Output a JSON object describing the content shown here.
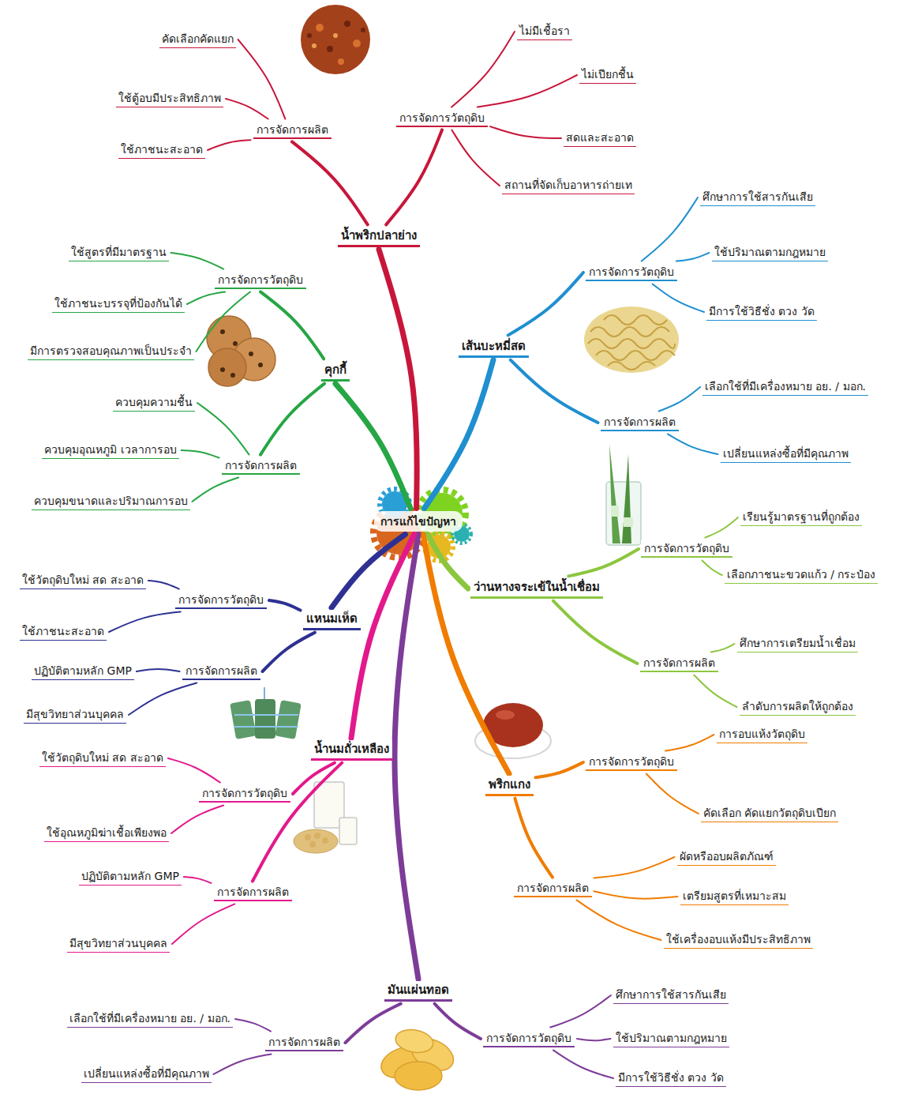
{
  "diagram": {
    "nodes": [
      {
        "text": [
          "การแก้ไขปัญหา"
        ]
      },
      {
        "text": [
          "น้ำพริกปลาย่าง"
        ]
      },
      {
        "text": [
          "การจัดการผลิต"
        ]
      },
      {
        "text": [
          "คัดเลือกคัดแยก"
        ]
      },
      {
        "text": [
          "ใช้ตู้อบมีประสิทธิภาพ"
        ]
      },
      {
        "text": [
          "ใช้ภาชนะสะอาด"
        ]
      },
      {
        "text": [
          "การจัดการวัตถุดิบ"
        ]
      },
      {
        "text": [
          "ไม่มีเชื้อรา"
        ]
      },
      {
        "text": [
          "ไม่เปียกชื้น"
        ]
      },
      {
        "text": [
          "สดและสะอาด"
        ]
      },
      {
        "text": [
          "สถานที่จัดเก็บอาหารถ่ายเท"
        ]
      },
      {
        "text": [
          "เส้นบะหมี่สด"
        ]
      },
      {
        "text": [
          "การจัดการวัตถุดิบ"
        ]
      },
      {
        "text": [
          "ศึกษาการใช้สารกันเสีย"
        ]
      },
      {
        "text": [
          "ใช้ปริมาณตามกฎหมาย"
        ]
      },
      {
        "text": [
          "มีการใช้วิธีชั่ง ตวง วัด"
        ]
      },
      {
        "text": [
          "การจัดการผลิต"
        ]
      },
      {
        "text": [
          "เลือกใช้ที่มีเครื่องหมาย อย. / มอก."
        ]
      },
      {
        "text": [
          "เปลี่ยนแหล่งซื้อที่มีคุณภาพ"
        ]
      },
      {
        "text": [
          "ว่านหางจระเข้ในน้ำเชื่อม"
        ]
      },
      {
        "text": [
          "การจัดการวัตถุดิบ"
        ]
      },
      {
        "text": [
          "เรียนรู้มาตรฐานที่ถูกต้อง"
        ]
      },
      {
        "text": [
          "เลือกภาชนะขวดแก้ว / กระป๋อง"
        ]
      },
      {
        "text": [
          "การจัดการผลิต"
        ]
      },
      {
        "text": [
          "ศึกษาการเตรียมน้ำเชื่อม"
        ]
      },
      {
        "text": [
          "ลำดับการผลิตให้ถูกต้อง"
        ]
      },
      {
        "text": [
          "พริกแกง"
        ]
      },
      {
        "text": [
          "การจัดการวัตถุดิบ"
        ]
      },
      {
        "text": [
          "การอบแห้งวัตถุดิบ"
        ]
      },
      {
        "text": [
          "คัดเลือก คัดแยกวัตถุดิบเปียก"
        ]
      },
      {
        "text": [
          "การจัดการผลิต"
        ]
      },
      {
        "text": [
          "ผัดหรืออบผลิตภัณฑ์"
        ]
      },
      {
        "text": [
          "เตรียมสูตรที่เหมาะสม"
        ]
      },
      {
        "text": [
          "ใช้เครื่องอบแห้งมีประสิทธิภาพ"
        ]
      },
      {
        "text": [
          "มันแผ่นทอด"
        ]
      },
      {
        "text": [
          "การจัดการวัตถุดิบ"
        ]
      },
      {
        "text": [
          "ศึกษาการใช้สารกันเสีย"
        ]
      },
      {
        "text": [
          "ใช้ปริมาณตามกฎหมาย"
        ]
      },
      {
        "text": [
          "มีการใช้วิธีชั่ง ตวง วัด"
        ]
      },
      {
        "text": [
          "การจัดการผลิต"
        ]
      },
      {
        "text": [
          "เลือกใช้ที่มีเครื่องหมาย อย. / มอก."
        ]
      },
      {
        "text": [
          "เปลี่ยนแหล่งซื้อที่มีคุณภาพ"
        ]
      },
      {
        "text": [
          "น้ำนมถั่วเหลือง"
        ]
      },
      {
        "text": [
          "การจัดการวัตถุดิบ"
        ]
      },
      {
        "text": [
          "ใช้วัตถุดิบใหม่ สด สะอาด"
        ]
      },
      {
        "text": [
          "ใช้อุณหภูมิฆ่าเชื้อเพียงพอ"
        ]
      },
      {
        "text": [
          "การจัดการผลิต"
        ]
      },
      {
        "text": [
          "ปฏิบัติตามหลัก GMP"
        ]
      },
      {
        "text": [
          "มีสุขวิทยาส่วนบุคคล"
        ]
      },
      {
        "text": [
          "แหนมเห็ด"
        ]
      },
      {
        "text": [
          "การจัดการวัตถุดิบ"
        ]
      },
      {
        "text": [
          "ใช้วัตถุดิบใหม่ สด สะอาด"
        ]
      },
      {
        "text": [
          "ใช้ภาชนะสะอาด"
        ]
      },
      {
        "text": [
          "การจัดการผลิต"
        ]
      },
      {
        "text": [
          "ปฏิบัติตามหลัก GMP"
        ]
      },
      {
        "text": [
          "มีสุขวิทยาส่วนบุคคล"
        ]
      },
      {
        "text": [
          "คุกกี้"
        ]
      },
      {
        "text": [
          "การจัดการวัตถุดิบ"
        ]
      },
      {
        "text": [
          "ใช้สูตรที่มีมาตรฐาน"
        ]
      },
      {
        "text": [
          "ใช้ภาชนะบรรจุที่ป้องกันได้"
        ]
      },
      {
        "text": [
          "มีการตรวจสอบคุณภาพเป็นประจำ"
        ]
      },
      {
        "text": [
          "การจัดการผลิต"
        ]
      },
      {
        "text": [
          "ควบคุมความชื้น"
        ]
      },
      {
        "text": [
          "ควบคุมอุณหภูมิ เวลาการอบ"
        ]
      },
      {
        "text": [
          "ควบคุมขนาดและปริมาณการอบ"
        ]
      }
    ],
    "edges": [
      {
        "from": 0,
        "to": 1,
        "arrow": "none"
      },
      {
        "from": 1,
        "to": 2,
        "arrow": "none"
      },
      {
        "from": 2,
        "to": 3,
        "arrow": "none"
      },
      {
        "from": 2,
        "to": 4,
        "arrow": "none"
      },
      {
        "from": 2,
        "to": 5,
        "arrow": "none"
      },
      {
        "from": 1,
        "to": 6,
        "arrow": "none"
      },
      {
        "from": 6,
        "to": 7,
        "arrow": "none"
      },
      {
        "from": 6,
        "to": 8,
        "arrow": "none"
      },
      {
        "from": 6,
        "to": 9,
        "arrow": "none"
      },
      {
        "from": 6,
        "to": 10,
        "arrow": "none"
      },
      {
        "from": 0,
        "to": 11,
        "arrow": "none"
      },
      {
        "from": 11,
        "to": 12,
        "arrow": "none"
      },
      {
        "from": 12,
        "to": 13,
        "arrow": "none"
      },
      {
        "from": 12,
        "to": 14,
        "arrow": "none"
      },
      {
        "from": 12,
        "to": 15,
        "arrow": "none"
      },
      {
        "from": 11,
        "to": 16,
        "arrow": "none"
      },
      {
        "from": 16,
        "to": 17,
        "arrow": "none"
      },
      {
        "from": 16,
        "to": 18,
        "arrow": "none"
      },
      {
        "from": 0,
        "to": 19,
        "arrow": "none"
      },
      {
        "from": 19,
        "to": 20,
        "arrow": "none"
      },
      {
        "from": 20,
        "to": 21,
        "arrow": "none"
      },
      {
        "from": 20,
        "to": 22,
        "arrow": "none"
      },
      {
        "from": 19,
        "to": 23,
        "arrow": "none"
      },
      {
        "from": 23,
        "to": 24,
        "arrow": "none"
      },
      {
        "from": 23,
        "to": 25,
        "arrow": "none"
      },
      {
        "from": 0,
        "to": 26,
        "arrow": "none"
      },
      {
        "from": 26,
        "to": 27,
        "arrow": "none"
      },
      {
        "from": 27,
        "to": 28,
        "arrow": "none"
      },
      {
        "from": 27,
        "to": 29,
        "arrow": "none"
      },
      {
        "from": 26,
        "to": 30,
        "arrow": "none"
      },
      {
        "from": 30,
        "to": 31,
        "arrow": "none"
      },
      {
        "from": 30,
        "to": 32,
        "arrow": "none"
      },
      {
        "from": 30,
        "to": 33,
        "arrow": "none"
      },
      {
        "from": 0,
        "to": 34,
        "arrow": "none"
      },
      {
        "from": 34,
        "to": 35,
        "arrow": "none"
      },
      {
        "from": 35,
        "to": 36,
        "arrow": "none"
      },
      {
        "from": 35,
        "to": 37,
        "arrow": "none"
      },
      {
        "from": 35,
        "to": 38,
        "arrow": "none"
      },
      {
        "from": 34,
        "to": 39,
        "arrow": "none"
      },
      {
        "from": 39,
        "to": 40,
        "arrow": "none"
      },
      {
        "from": 39,
        "to": 41,
        "arrow": "none"
      },
      {
        "from": 0,
        "to": 42,
        "arrow": "none"
      },
      {
        "from": 42,
        "to": 43,
        "arrow": "none"
      },
      {
        "from": 43,
        "to": 44,
        "arrow": "none"
      },
      {
        "from": 43,
        "to": 45,
        "arrow": "none"
      },
      {
        "from": 42,
        "to": 46,
        "arrow": "none"
      },
      {
        "from": 46,
        "to": 47,
        "arrow": "none"
      },
      {
        "from": 46,
        "to": 48,
        "arrow": "none"
      },
      {
        "from": 0,
        "to": 49,
        "arrow": "none"
      },
      {
        "from": 49,
        "to": 50,
        "arrow": "none"
      },
      {
        "from": 50,
        "to": 51,
        "arrow": "none"
      },
      {
        "from": 50,
        "to": 52,
        "arrow": "none"
      },
      {
        "from": 49,
        "to": 53,
        "arrow": "none"
      },
      {
        "from": 53,
        "to": 54,
        "arrow": "none"
      },
      {
        "from": 53,
        "to": 55,
        "arrow": "none"
      },
      {
        "from": 0,
        "to": 56,
        "arrow": "none"
      },
      {
        "from": 56,
        "to": 57,
        "arrow": "none"
      },
      {
        "from": 57,
        "to": 58,
        "arrow": "none"
      },
      {
        "from": 57,
        "to": 59,
        "arrow": "none"
      },
      {
        "from": 57,
        "to": 60,
        "arrow": "none"
      },
      {
        "from": 56,
        "to": 61,
        "arrow": "none"
      },
      {
        "from": 61,
        "to": 62,
        "arrow": "none"
      },
      {
        "from": 61,
        "to": 63,
        "arrow": "none"
      },
      {
        "from": 61,
        "to": 64,
        "arrow": "none"
      }
    ]
  }
}
